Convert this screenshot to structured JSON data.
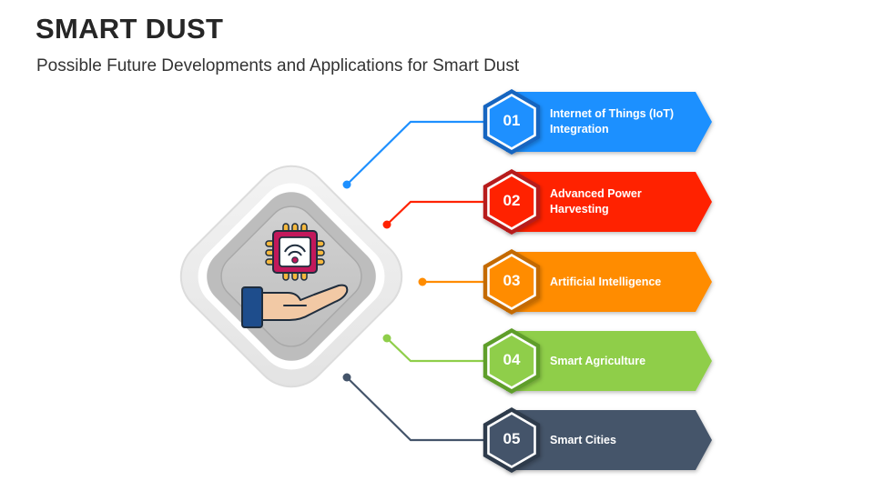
{
  "header": {
    "title": "SMART DUST",
    "subtitle": "Possible Future Developments and Applications for Smart Dust"
  },
  "center_icon": "hand-holding-wifi-chip-icon",
  "items": [
    {
      "number": "01",
      "label": "Internet of Things (IoT) Integration",
      "color": "#1e90ff",
      "dark": "#1565c0"
    },
    {
      "number": "02",
      "label": "Advanced Power Harvesting",
      "color": "#ff2200",
      "dark": "#b71c1c"
    },
    {
      "number": "03",
      "label": "Artificial Intelligence",
      "color": "#ff8c00",
      "dark": "#c46a00"
    },
    {
      "number": "04",
      "label": "Smart Agriculture",
      "color": "#8fce4a",
      "dark": "#5f9e2a"
    },
    {
      "number": "05",
      "label": "Smart Cities",
      "color": "#44546a",
      "dark": "#2e3a4b"
    }
  ]
}
